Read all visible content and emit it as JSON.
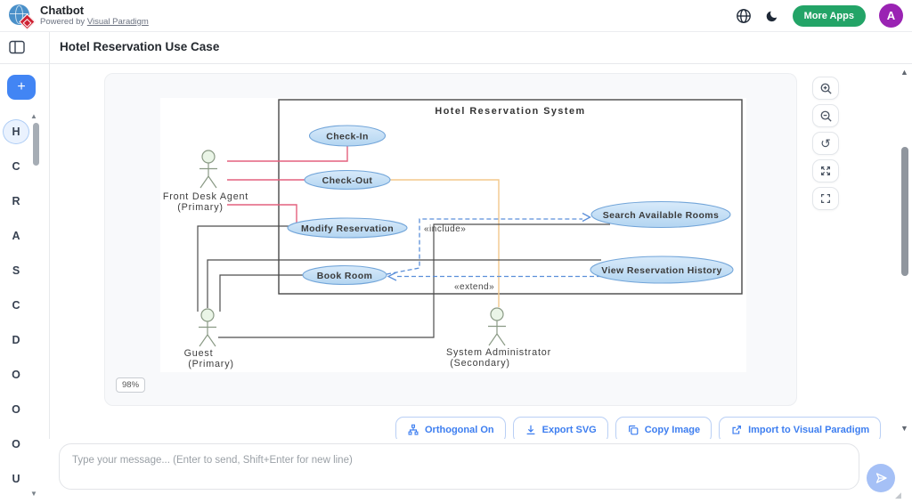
{
  "header": {
    "app_title": "Chatbot",
    "powered_prefix": "Powered by",
    "powered_link": "Visual Paradigm",
    "more_apps_label": "More Apps",
    "avatar_letter": "A"
  },
  "page_title": "Hotel Reservation Use Case",
  "sidebar": {
    "new_chat_label": "+",
    "items": [
      {
        "label": "H",
        "active": true
      },
      {
        "label": "C",
        "active": false
      },
      {
        "label": "R",
        "active": false
      },
      {
        "label": "A",
        "active": false
      },
      {
        "label": "S",
        "active": false
      },
      {
        "label": "C",
        "active": false
      },
      {
        "label": "D",
        "active": false
      },
      {
        "label": "O",
        "active": false
      },
      {
        "label": "O",
        "active": false
      },
      {
        "label": "O",
        "active": false
      },
      {
        "label": "U",
        "active": false
      }
    ]
  },
  "diagram": {
    "system_title": "Hotel Reservation System",
    "zoom_label": "98%",
    "use_cases": {
      "check_in": "Check-In",
      "check_out": "Check-Out",
      "modify": "Modify Reservation",
      "book": "Book Room",
      "search": "Search Available Rooms",
      "history": "View Reservation History"
    },
    "actors": {
      "front_desk": {
        "name": "Front Desk Agent",
        "role": "(Primary)"
      },
      "guest": {
        "name": "Guest",
        "role": "(Primary)"
      },
      "admin": {
        "name": "System Administrator",
        "role": "(Secondary)"
      }
    },
    "stereotypes": {
      "include": "«include»",
      "extend": "«extend»"
    },
    "relationships": [
      {
        "from": "Front Desk Agent",
        "to": "Check-In",
        "type": "association"
      },
      {
        "from": "Front Desk Agent",
        "to": "Check-Out",
        "type": "association"
      },
      {
        "from": "Front Desk Agent",
        "to": "Modify Reservation",
        "type": "association"
      },
      {
        "from": "Check-Out",
        "to": "System Administrator",
        "type": "association"
      },
      {
        "from": "Guest",
        "to": "Modify Reservation",
        "type": "association"
      },
      {
        "from": "Guest",
        "to": "Book Room",
        "type": "association"
      },
      {
        "from": "Guest",
        "to": "View Reservation History",
        "type": "association"
      },
      {
        "from": "Guest",
        "to": "Search Available Rooms",
        "type": "association"
      },
      {
        "from": "Book Room",
        "to": "Search Available Rooms",
        "type": "include"
      },
      {
        "from": "View Reservation History",
        "to": "Book Room",
        "type": "extend"
      }
    ]
  },
  "toolbar": {
    "orthogonal": "Orthogonal On",
    "export_svg": "Export SVG",
    "copy_image": "Copy Image",
    "import_vp": "Import to Visual Paradigm"
  },
  "composer": {
    "placeholder": "Type your message... (Enter to send, Shift+Enter for new line)"
  },
  "colors": {
    "accent_blue": "#4285f4",
    "brand_green": "#23a467",
    "avatar_purple": "#9a23b3",
    "usecase_fill_top": "#d8eafa",
    "usecase_fill_bottom": "#b3d5f1",
    "usecase_border": "#72a5d9",
    "association_red": "#e4617e",
    "association_orange": "#f3c88b",
    "association_black": "#4d4d4d",
    "dependency_blue": "#5b8fd9"
  }
}
